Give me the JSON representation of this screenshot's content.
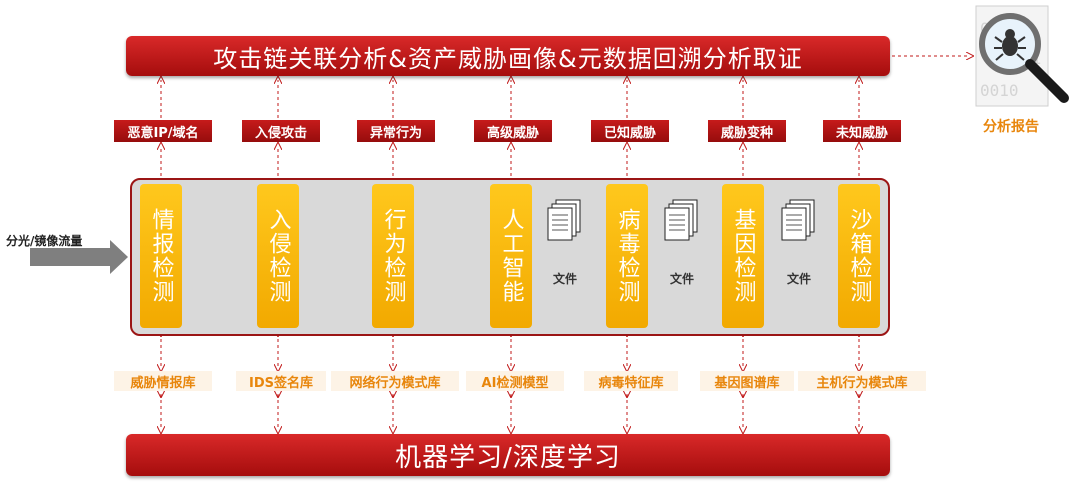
{
  "top_banner": "攻击链关联分析&资产威胁画像&元数据回溯分析取证",
  "bottom_banner": "机器学习/深度学习",
  "input_label": "分光/镜像流量",
  "report_label": "分析报告",
  "file_label": "文件",
  "threats": [
    "恶意IP/域名",
    "入侵攻击",
    "异常行为",
    "高级威胁",
    "已知威胁",
    "威胁变种",
    "未知威胁"
  ],
  "engines": [
    "情报检测",
    "入侵检测",
    "行为检测",
    "人工智能",
    "病毒检测",
    "基因检测",
    "沙箱检测"
  ],
  "libraries": [
    "威胁情报库",
    "IDS签名库",
    "网络行为模式库",
    "AI检测模型",
    "病毒特征库",
    "基因图谱库",
    "主机行为模式库"
  ],
  "icons": {
    "report": "magnifier-bug-icon",
    "file": "document-stack-icon",
    "arrow": "flow-arrow-icon"
  },
  "colors": {
    "banner": "#c01818",
    "engine": "#f7b70f",
    "library_text": "#e8860c",
    "panel": "#d9d9d9"
  }
}
